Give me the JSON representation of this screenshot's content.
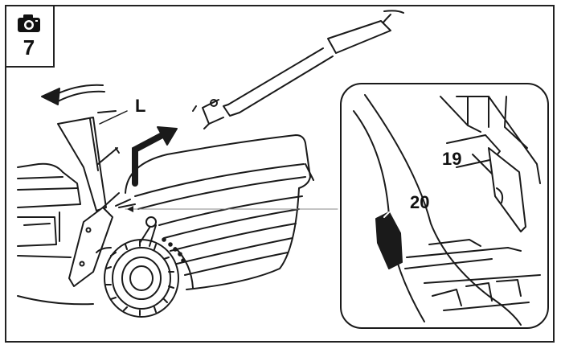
{
  "figure": {
    "number": "7",
    "camera_icon": "camera-icon"
  },
  "callouts": {
    "lever": "L",
    "part_19": "19",
    "part_20": "20"
  },
  "colors": {
    "line": "#1a1a1a",
    "frame": "#222222",
    "background": "#ffffff"
  }
}
